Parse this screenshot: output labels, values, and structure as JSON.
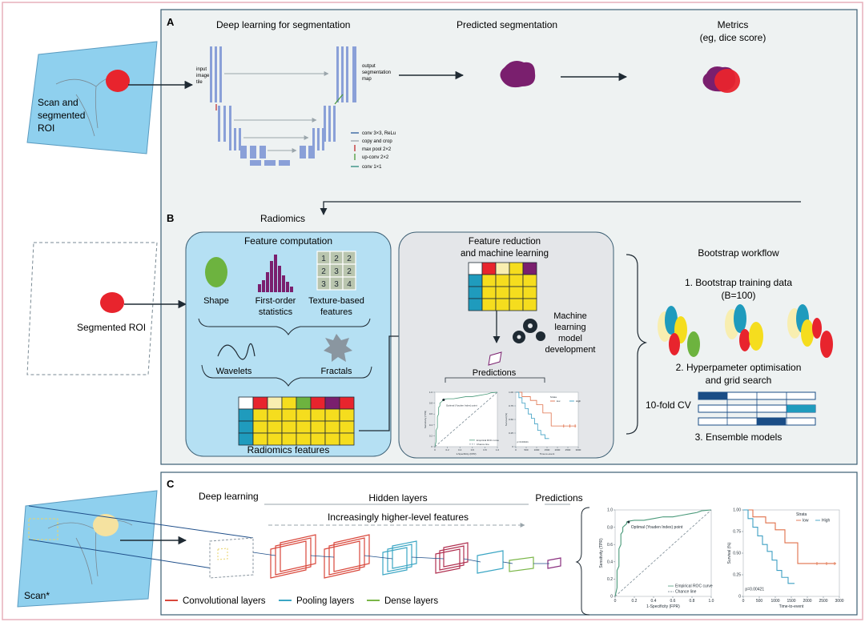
{
  "colors": {
    "panel_bg": "#eef2f2",
    "panel_border": "#3b5e73",
    "blue_box": "#b5e0f3",
    "gray_box": "#e4e6e9",
    "scan_blue": "#8fd0ee",
    "red": "#e8242d",
    "purple": "#7a1f6e",
    "yellow": "#f5dd1e",
    "teal": "#1f9bbd",
    "green": "#6db33f",
    "navy": "#1a4d86",
    "conv_red": "#d9473b",
    "pool_blue": "#3ba6c4",
    "dense_green": "#7ab648",
    "out_purple": "#8a2f7f"
  },
  "icons": {
    "gear": "gear-icon",
    "arrow": "arrow-icon",
    "fractal": "fractal-star-icon"
  },
  "panel_a": {
    "letter": "A",
    "scan_label_1": "Scan and",
    "scan_label_2": "segmented",
    "scan_label_3": "ROI",
    "deep_title": "Deep learning for segmentation",
    "predicted_title": "Predicted segmentation",
    "metrics_title": "Metrics",
    "metrics_sub": "(eg, dice score)",
    "unet_input_1": "input",
    "unet_input_2": "image",
    "unet_input_3": "tile",
    "unet_output_1": "output",
    "unet_output_2": "segmentation",
    "unet_output_3": "map",
    "legend_conv": "conv 3×3, ReLu",
    "legend_copy": "copy and crop",
    "legend_maxpool": "max pool 2×2",
    "legend_upconv": "up-conv 2×2",
    "legend_conv1": "conv 1×1"
  },
  "panel_b": {
    "letter": "B",
    "title": "Radiomics",
    "segmented_roi": "Segmented ROI",
    "feature_computation": "Feature computation",
    "shape": "Shape",
    "first_order_1": "First-order",
    "first_order_2": "statistics",
    "texture_1": "Texture-based",
    "texture_2": "features",
    "texture_grid": [
      "1",
      "2",
      "2",
      "2",
      "3",
      "2",
      "3",
      "3",
      "4"
    ],
    "wavelets": "Wavelets",
    "fractals": "Fractals",
    "radiomics_features": "Radiomics features",
    "reduction_1": "Feature reduction",
    "reduction_2": "and machine learning",
    "ml_1": "Machine",
    "ml_2": "learning",
    "ml_3": "model",
    "ml_4": "development",
    "predictions": "Predictions",
    "bootstrap_title": "Bootstrap workflow",
    "step1_1": "1. Bootstrap training data",
    "step1_2": "(B=100)",
    "step2_1": "2. Hyperpameter optimisation",
    "step2_2": "and grid search",
    "cv_label": "10-fold CV",
    "step3": "3. Ensemble models"
  },
  "panel_c": {
    "letter": "C",
    "scan_label": "Scan*",
    "deep_learning": "Deep learning",
    "hidden_layers": "Hidden layers",
    "higher_level": "Increasingly higher-level features",
    "predictions": "Predictions",
    "legend_conv": "Convolutional layers",
    "legend_pool": "Pooling layers",
    "legend_dense": "Dense layers"
  },
  "chart_data": [
    {
      "type": "line",
      "id": "roc",
      "xlabel": "1-Specificity (FPR)",
      "ylabel": "Sensitivity (TPR)",
      "xlim": [
        0,
        1
      ],
      "ylim": [
        0,
        1
      ],
      "x_ticks": [
        "0",
        "0.2",
        "0.4",
        "0.6",
        "0.8",
        "1.0"
      ],
      "y_ticks": [
        "0",
        "0.2",
        "0.4",
        "0.6",
        "0.8",
        "1.0"
      ],
      "annotation": "Optimal (Youden Index) point",
      "series": [
        {
          "name": "Empirical ROC curve",
          "x": [
            0,
            0.02,
            0.02,
            0.04,
            0.04,
            0.06,
            0.06,
            0.08,
            0.08,
            0.1,
            0.12,
            0.12,
            0.14,
            0.2,
            0.3,
            0.4,
            0.5,
            0.6,
            0.7,
            0.8,
            0.85,
            0.9,
            1.0
          ],
          "y": [
            0,
            0.1,
            0.3,
            0.35,
            0.55,
            0.6,
            0.72,
            0.75,
            0.8,
            0.82,
            0.84,
            0.86,
            0.87,
            0.88,
            0.88,
            0.9,
            0.92,
            0.92,
            0.94,
            0.96,
            0.97,
            0.99,
            1.0
          ]
        },
        {
          "name": "Chance line",
          "x": [
            0,
            1
          ],
          "y": [
            0,
            1
          ]
        }
      ],
      "optimal_point": [
        0.14,
        0.86
      ]
    },
    {
      "type": "line",
      "id": "km",
      "xlabel": "Time-to-event",
      "ylabel": "Survival (%)",
      "xlim": [
        0,
        3000
      ],
      "ylim": [
        0,
        1
      ],
      "x_ticks": [
        "0",
        "500",
        "1000",
        "1500",
        "2000",
        "2500",
        "3000"
      ],
      "y_ticks": [
        "0",
        "0.25",
        "0.50",
        "0.75",
        "1.00"
      ],
      "legend_title": "Strata",
      "annotation": "p=0.00421",
      "series": [
        {
          "name": "low",
          "x": [
            0,
            300,
            300,
            700,
            700,
            1000,
            1000,
            1300,
            1300,
            1700,
            1700,
            2000,
            2000,
            2900
          ],
          "y": [
            1.0,
            1.0,
            0.92,
            0.92,
            0.85,
            0.85,
            0.77,
            0.77,
            0.62,
            0.62,
            0.38,
            0.38,
            0.38,
            0.38
          ]
        },
        {
          "name": "High",
          "x": [
            0,
            150,
            150,
            300,
            300,
            450,
            450,
            600,
            600,
            750,
            750,
            900,
            900,
            1050,
            1050,
            1200,
            1200,
            1400,
            1400,
            1600
          ],
          "y": [
            1.0,
            1.0,
            0.9,
            0.9,
            0.8,
            0.8,
            0.7,
            0.7,
            0.6,
            0.6,
            0.52,
            0.52,
            0.42,
            0.42,
            0.3,
            0.3,
            0.22,
            0.22,
            0.15,
            0.15
          ]
        }
      ]
    }
  ]
}
